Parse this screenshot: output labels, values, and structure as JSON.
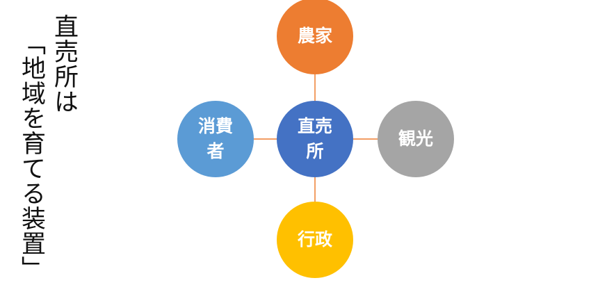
{
  "title": {
    "line1": "直売所は",
    "line2": "「地域を育てる装置」"
  },
  "diagram": {
    "center": {
      "label": "直売所",
      "color": "#4472C4"
    },
    "top": {
      "label": "農家",
      "color": "#ED7D31"
    },
    "right": {
      "label": "観光",
      "color": "#A5A5A5"
    },
    "left": {
      "label": "消費者",
      "color": "#5B9BD5"
    },
    "bottom": {
      "label": "行政",
      "color": "#FFC000"
    },
    "connector_color": "#ED7D31"
  }
}
